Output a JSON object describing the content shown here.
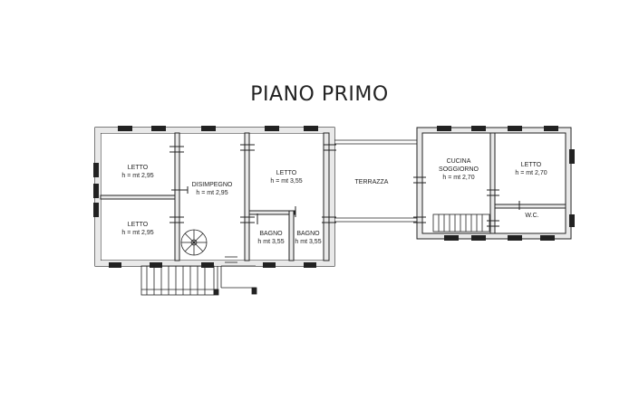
{
  "title": "PIANO PRIMO",
  "rooms": {
    "letto_1": {
      "name": "LETTO",
      "height": "h = mt 2,95"
    },
    "letto_2": {
      "name": "LETTO",
      "height": "h = mt 2,95"
    },
    "disimpegno": {
      "name": "DISIMPEGNO",
      "height": "h = mt 2,95"
    },
    "letto_3": {
      "name": "LETTO",
      "height": "h = mt 3,55"
    },
    "bagno_1": {
      "name": "BAGNO",
      "height": "h mt 3,55"
    },
    "bagno_2": {
      "name": "BAGNO",
      "height": "h mt 3,55"
    },
    "terrazza": {
      "name": "TERRAZZA"
    },
    "cucina": {
      "name_line1": "CUCINA",
      "name_line2": "SOGGIORNO",
      "height": "h = mt 2,70"
    },
    "letto_4": {
      "name": "LETTO",
      "height": "h = mt 2,70"
    },
    "wc": {
      "name": "W.C."
    }
  }
}
